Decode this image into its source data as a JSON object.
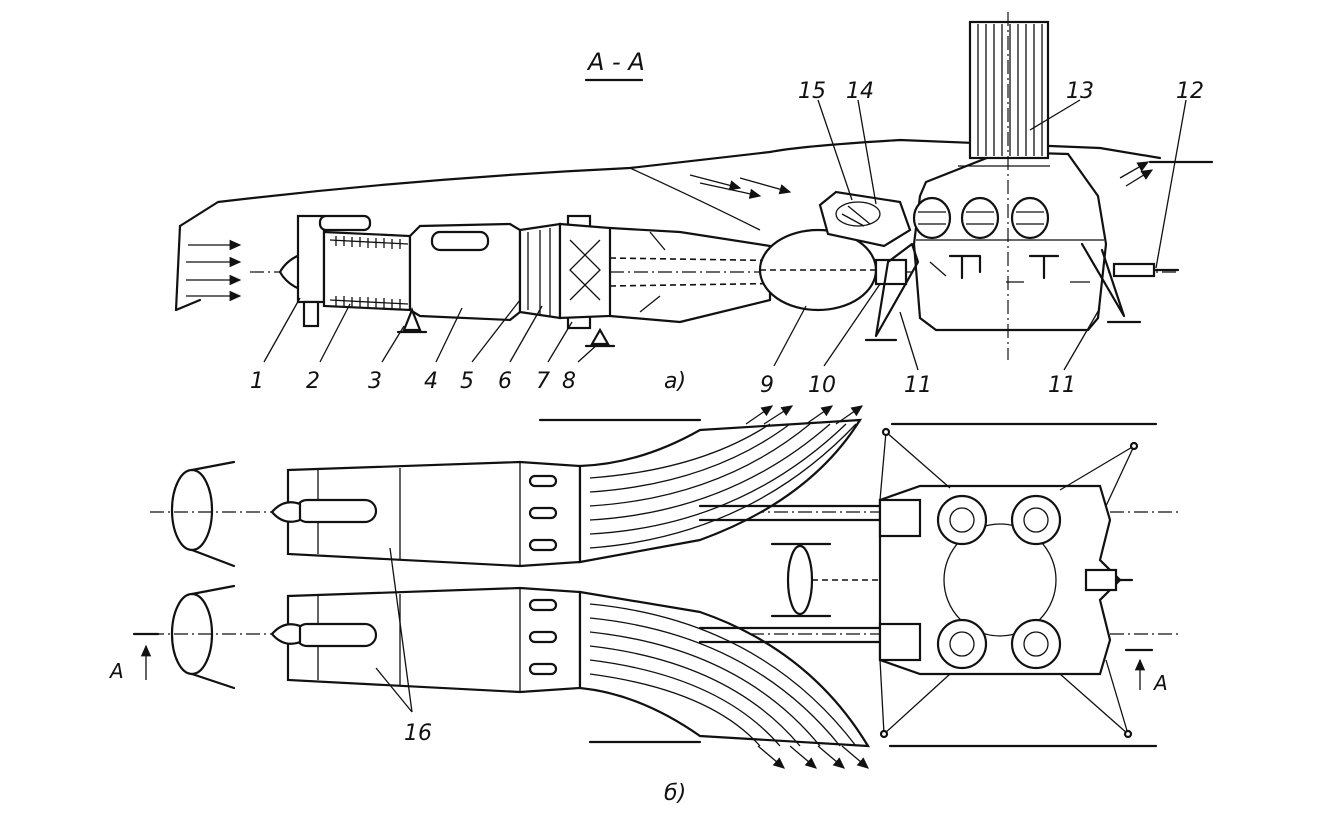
{
  "section_label": "A - A",
  "view_a_label": "a)",
  "view_b_label": "б)",
  "section_marker_left": "A",
  "section_marker_right": "A",
  "callouts": {
    "c1": "1",
    "c2": "2",
    "c3": "3",
    "c4": "4",
    "c5": "5",
    "c6": "6",
    "c7": "7",
    "c8": "8",
    "c9": "9",
    "c10": "10",
    "c11a": "11",
    "c11b": "11",
    "c12": "12",
    "c13": "13",
    "c14": "14",
    "c15": "15",
    "c16": "16"
  }
}
